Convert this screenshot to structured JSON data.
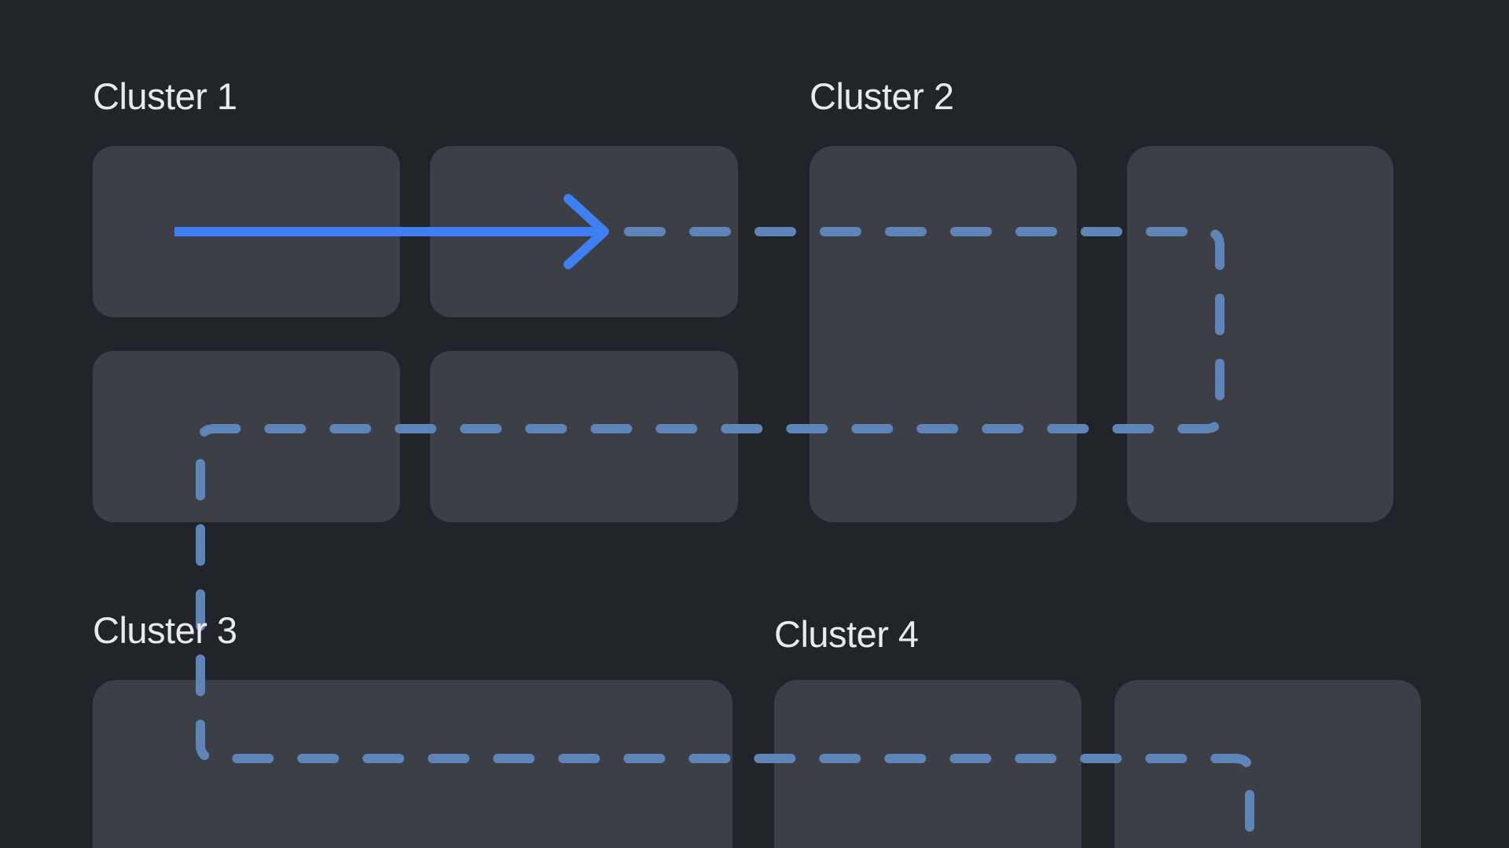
{
  "diagram": {
    "background_color": "#212429",
    "node_fill_color": "#3C4046",
    "label_color": "#E8EAED",
    "clusters": [
      {
        "label": "Cluster 1"
      },
      {
        "label": "Cluster 2"
      },
      {
        "label": "Cluster 3"
      },
      {
        "label": "Cluster 4"
      }
    ],
    "connectors": {
      "solid_arrow": {
        "style": "solid",
        "color": "#3E80F4"
      },
      "dashed_route": {
        "style": "dashed",
        "color": "#5F84B8"
      }
    }
  }
}
